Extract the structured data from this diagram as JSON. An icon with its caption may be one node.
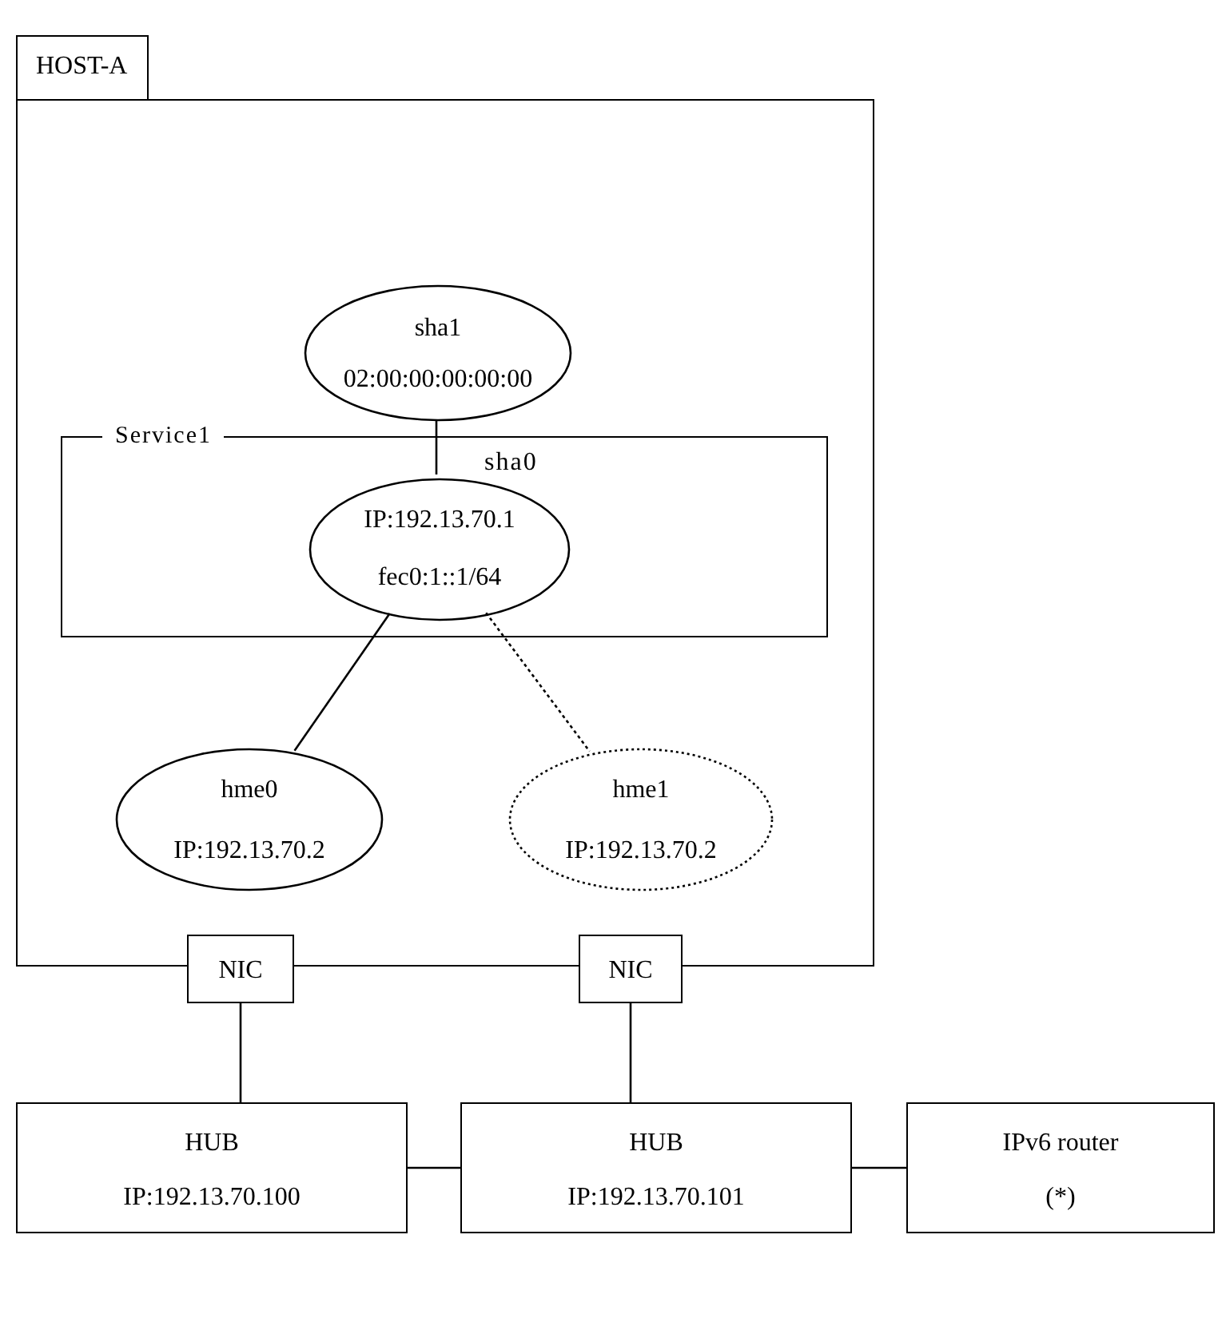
{
  "diagram": {
    "nodes": [
      {
        "text": [
          "HOST-A"
        ]
      },
      {
        "text": [
          "sha1",
          "02:00:00:00:00:00"
        ],
        "in": 0
      },
      {
        "text": [
          "Service1"
        ],
        "in": 0
      },
      {
        "text": [
          "IP:192.13.70.1",
          "fec0:1::1/64"
        ],
        "beside": [
          "sha0"
        ],
        "in": 2
      },
      {
        "text": [
          "hme0",
          "IP:192.13.70.2"
        ],
        "in": 0
      },
      {
        "text": [
          "hme1",
          "IP:192.13.70.2"
        ],
        "in": 0
      },
      {
        "text": [
          "NIC"
        ]
      },
      {
        "text": [
          "NIC"
        ]
      },
      {
        "text": [
          "HUB",
          "IP:192.13.70.100"
        ]
      },
      {
        "text": [
          "HUB",
          "IP:192.13.70.101"
        ]
      },
      {
        "text": [
          "IPv6 router",
          "(*)"
        ]
      }
    ],
    "edges": [
      {
        "from": 1,
        "to": 3,
        "arrow": "none"
      },
      {
        "from": 3,
        "to": 4,
        "arrow": "none"
      },
      {
        "from": 3,
        "to": 5,
        "arrow": "none",
        "style": "dashed"
      },
      {
        "from": 6,
        "to": 8,
        "arrow": "none"
      },
      {
        "from": 7,
        "to": 9,
        "arrow": "none"
      },
      {
        "from": 8,
        "to": 9,
        "arrow": "none"
      },
      {
        "from": 9,
        "to": 10,
        "arrow": "none"
      }
    ]
  }
}
